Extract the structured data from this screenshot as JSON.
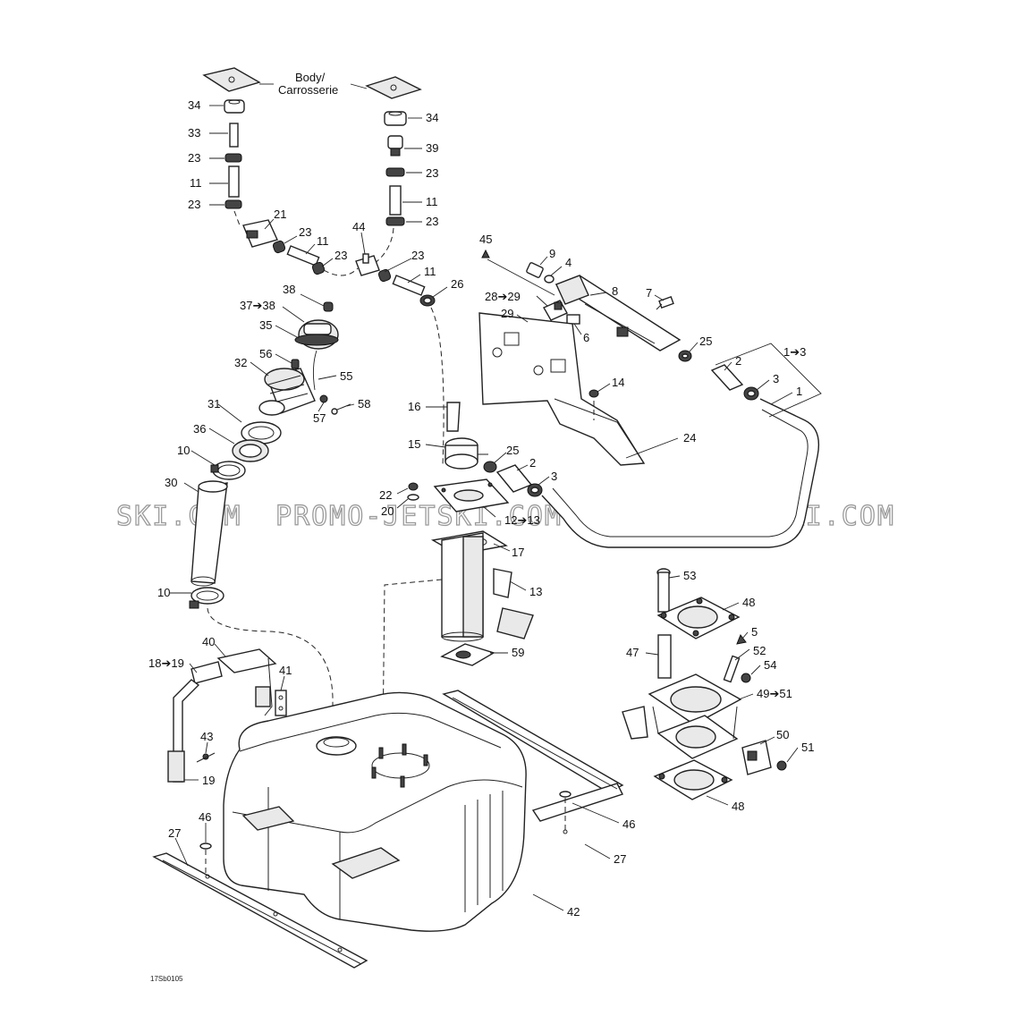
{
  "diagram": {
    "body_label_line1": "Body/",
    "body_label_line2": "Carrosserie",
    "watermark": [
      "SKI.COM",
      "PROMO-JETSKI.COM",
      "PROMO-JETSKI.COM"
    ],
    "drawing_code": "17Sb0105",
    "callouts": [
      {
        "id": "c34a",
        "text": "34"
      },
      {
        "id": "c33",
        "text": "33"
      },
      {
        "id": "c23a",
        "text": "23"
      },
      {
        "id": "c11a",
        "text": "11"
      },
      {
        "id": "c23b",
        "text": "23"
      },
      {
        "id": "c21",
        "text": "21"
      },
      {
        "id": "c23c",
        "text": "23"
      },
      {
        "id": "c11b",
        "text": "11"
      },
      {
        "id": "c23d",
        "text": "23"
      },
      {
        "id": "c44",
        "text": "44"
      },
      {
        "id": "c34b",
        "text": "34"
      },
      {
        "id": "c39",
        "text": "39"
      },
      {
        "id": "c23e",
        "text": "23"
      },
      {
        "id": "c11c",
        "text": "11"
      },
      {
        "id": "c23f",
        "text": "23"
      },
      {
        "id": "c23g",
        "text": "23"
      },
      {
        "id": "c11d",
        "text": "11"
      },
      {
        "id": "c26",
        "text": "26"
      },
      {
        "id": "c45",
        "text": "45"
      },
      {
        "id": "c9",
        "text": "9"
      },
      {
        "id": "c4",
        "text": "4"
      },
      {
        "id": "c8",
        "text": "8"
      },
      {
        "id": "c7",
        "text": "7"
      },
      {
        "id": "c2829",
        "text": "28➔29"
      },
      {
        "id": "c29",
        "text": "29"
      },
      {
        "id": "c6",
        "text": "6"
      },
      {
        "id": "c25a",
        "text": "25"
      },
      {
        "id": "c13x",
        "text": "1➔3"
      },
      {
        "id": "c2a",
        "text": "2"
      },
      {
        "id": "c3a",
        "text": "3"
      },
      {
        "id": "c1",
        "text": "1"
      },
      {
        "id": "c14",
        "text": "14"
      },
      {
        "id": "c24",
        "text": "24"
      },
      {
        "id": "c38",
        "text": "38"
      },
      {
        "id": "c3738",
        "text": "37➔38"
      },
      {
        "id": "c35",
        "text": "35"
      },
      {
        "id": "c32",
        "text": "32"
      },
      {
        "id": "c56",
        "text": "56"
      },
      {
        "id": "c55",
        "text": "55"
      },
      {
        "id": "c57",
        "text": "57"
      },
      {
        "id": "c58",
        "text": "58"
      },
      {
        "id": "c31",
        "text": "31"
      },
      {
        "id": "c36",
        "text": "36"
      },
      {
        "id": "c10a",
        "text": "10"
      },
      {
        "id": "c30",
        "text": "30"
      },
      {
        "id": "c10b",
        "text": "10"
      },
      {
        "id": "c16",
        "text": "16"
      },
      {
        "id": "c15",
        "text": "15"
      },
      {
        "id": "c25b",
        "text": "25"
      },
      {
        "id": "c2b",
        "text": "2"
      },
      {
        "id": "c3b",
        "text": "3"
      },
      {
        "id": "c22",
        "text": "22"
      },
      {
        "id": "c20",
        "text": "20"
      },
      {
        "id": "c1213",
        "text": "12➔13"
      },
      {
        "id": "c17",
        "text": "17"
      },
      {
        "id": "c13",
        "text": "13"
      },
      {
        "id": "c59",
        "text": "59"
      },
      {
        "id": "c53",
        "text": "53"
      },
      {
        "id": "c48a",
        "text": "48"
      },
      {
        "id": "c5",
        "text": "5"
      },
      {
        "id": "c47",
        "text": "47"
      },
      {
        "id": "c52",
        "text": "52"
      },
      {
        "id": "c54",
        "text": "54"
      },
      {
        "id": "c4951",
        "text": "49➔51"
      },
      {
        "id": "c50",
        "text": "50"
      },
      {
        "id": "c51",
        "text": "51"
      },
      {
        "id": "c48b",
        "text": "48"
      },
      {
        "id": "c40",
        "text": "40"
      },
      {
        "id": "c1819",
        "text": "18➔19"
      },
      {
        "id": "c41",
        "text": "41"
      },
      {
        "id": "c43",
        "text": "43"
      },
      {
        "id": "c19",
        "text": "19"
      },
      {
        "id": "c46a",
        "text": "46"
      },
      {
        "id": "c27a",
        "text": "27"
      },
      {
        "id": "c46b",
        "text": "46"
      },
      {
        "id": "c27b",
        "text": "27"
      },
      {
        "id": "c42",
        "text": "42"
      }
    ]
  }
}
